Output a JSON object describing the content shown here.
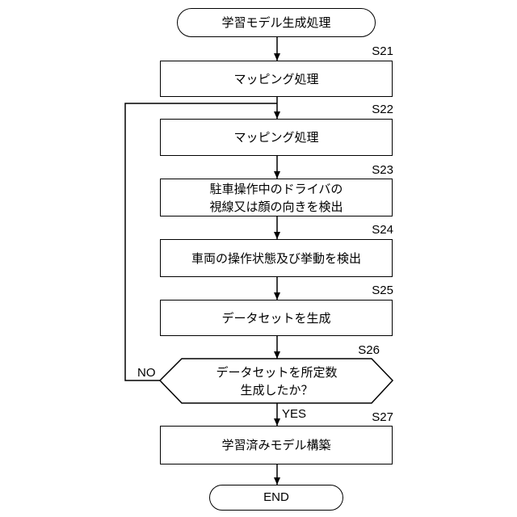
{
  "nodes": {
    "start": "学習モデル生成処理",
    "s21": "マッピング処理",
    "s22": "マッピング処理",
    "s23": "駐車操作中のドライバの\n視線又は顔の向きを検出",
    "s24": "車両の操作状態及び挙動を検出",
    "s25": "データセットを生成",
    "s26": "データセットを所定数\n生成したか？",
    "s27": "学習済みモデル構築",
    "end": "END"
  },
  "step_labels": {
    "s21": "S21",
    "s22": "S22",
    "s23": "S23",
    "s24": "S24",
    "s25": "S25",
    "s26": "S26",
    "s27": "S27"
  },
  "branches": {
    "no": "NO",
    "yes": "YES"
  }
}
